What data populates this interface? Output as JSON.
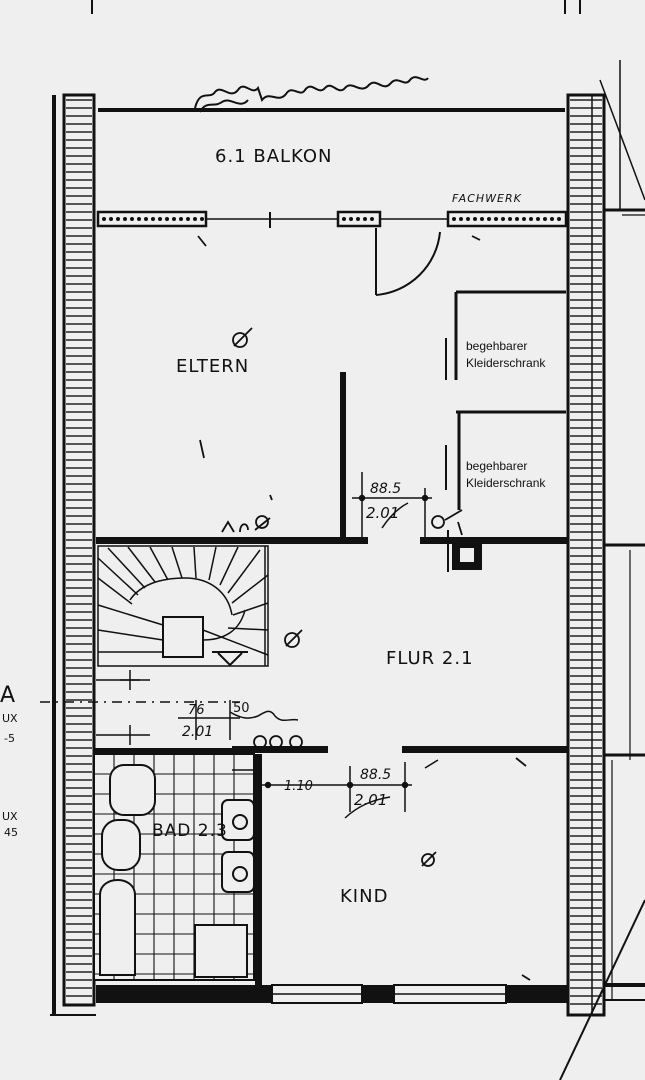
{
  "rooms": {
    "balkon": "6.1 BALKON",
    "eltern": "ELTERN",
    "flur": "FLUR 2.1",
    "bad": "BAD 2.3",
    "kind": "KIND"
  },
  "annotations": {
    "fachwerk": "FACHWERK",
    "closet_1": "begehbarer Kleiderschrank",
    "closet_2": "begehbarer Kleiderschrank"
  },
  "dimensions": {
    "eltern_door_width": "88.5",
    "eltern_door_height": "2.01",
    "stair_door_width": "76",
    "stair_door_height": "2.01",
    "stair_offset": "50",
    "bad_wall": "1.10",
    "kind_door_width": "88.5",
    "kind_door_height": "2.01"
  },
  "edge_marks": {
    "left_upper": "UX",
    "left_upper_sub": "-5",
    "left_lower": "UX",
    "left_lower_sub": "45",
    "section_letter": "A"
  },
  "colors": {
    "paper": "#efefef",
    "ink": "#111111",
    "hatch": "#333333"
  }
}
